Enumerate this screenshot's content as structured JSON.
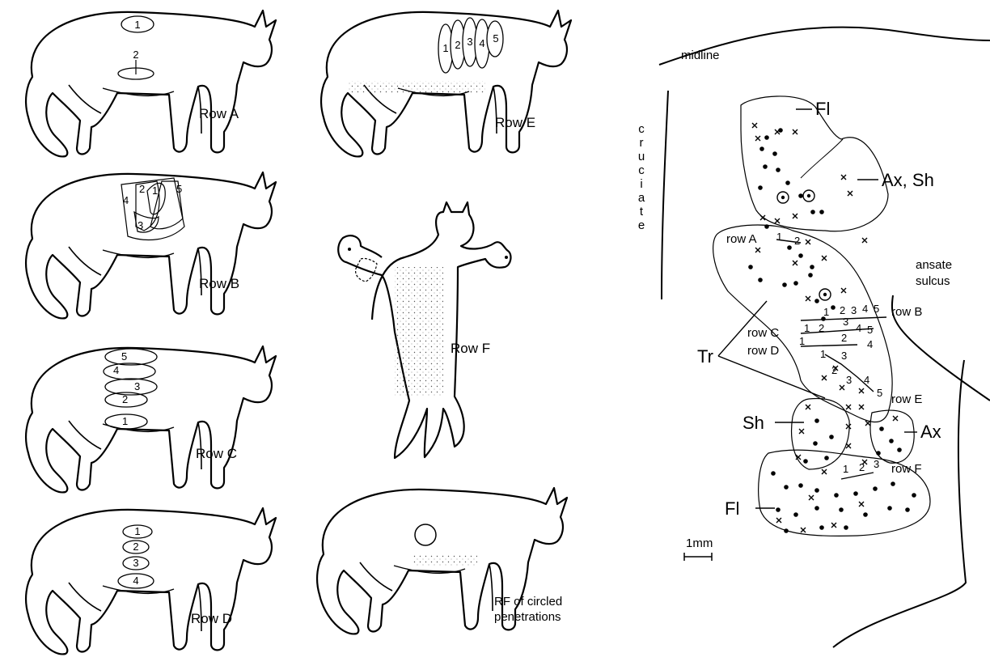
{
  "rows": {
    "a": "Row A",
    "b": "Row B",
    "c": "Row C",
    "d": "Row D",
    "e": "Row E",
    "f": "Row F",
    "rf": [
      "RF of circled",
      "penetrations"
    ]
  },
  "panel_a": {
    "fields": [
      "1",
      "2"
    ]
  },
  "panel_b": {
    "fields": [
      "4",
      "2",
      "1",
      "5",
      "3"
    ]
  },
  "panel_c": {
    "fields": [
      "5",
      "4",
      "3",
      "2",
      "1"
    ]
  },
  "panel_d": {
    "fields": [
      "1",
      "2",
      "3",
      "4"
    ]
  },
  "panel_e": {
    "fields": [
      "1",
      "2",
      "3",
      "4",
      "5"
    ]
  },
  "map": {
    "midline": "midline",
    "cruciate": [
      "c",
      "r",
      "u",
      "c",
      "i",
      "a",
      "t",
      "e"
    ],
    "ansate": [
      "ansate",
      "sulcus"
    ],
    "labels": {
      "fl_top": "Fl",
      "ax_sh": "Ax, Sh",
      "tr": "Tr",
      "sh": "Sh",
      "ax": "Ax",
      "fl_bottom": "Fl"
    },
    "row_labels": {
      "a": "row A",
      "b": "row B",
      "c": "row C",
      "d": "row D",
      "e": "row E",
      "f": "row F"
    },
    "penetration_numbers": {
      "a": [
        "1",
        "2"
      ],
      "b": [
        "1",
        "2",
        "3",
        "4",
        "5"
      ],
      "c": [
        "1",
        "2",
        "3",
        "4",
        "5"
      ],
      "d": [
        "1",
        "2",
        "3",
        "4"
      ],
      "e": [
        "1",
        "2",
        "3",
        "4",
        "5"
      ],
      "f": [
        "1",
        "2",
        "3"
      ]
    },
    "scale": "1mm"
  }
}
